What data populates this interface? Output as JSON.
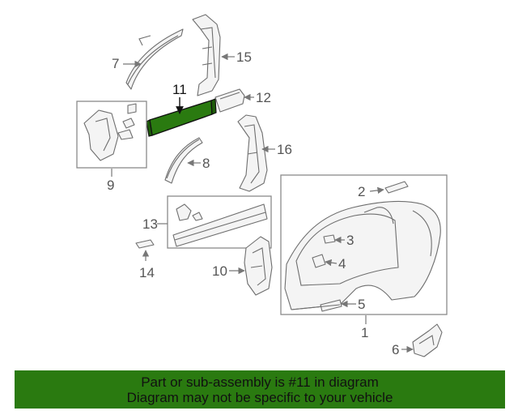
{
  "labels": {
    "p1": "1",
    "p2": "2",
    "p3": "3",
    "p4": "4",
    "p5": "5",
    "p6": "6",
    "p7": "7",
    "p8": "8",
    "p9": "9",
    "p10": "10",
    "p11": "11",
    "p12": "12",
    "p13": "13",
    "p14": "14",
    "p15": "15",
    "p16": "16"
  },
  "highlighted_part": "11",
  "colors": {
    "highlight": "#2a7a10",
    "footer_bg": "#2a7a10"
  },
  "footer": {
    "line1": "Part or sub-assembly is #11 in diagram",
    "line2": "Diagram may not be specific to your vehicle"
  }
}
